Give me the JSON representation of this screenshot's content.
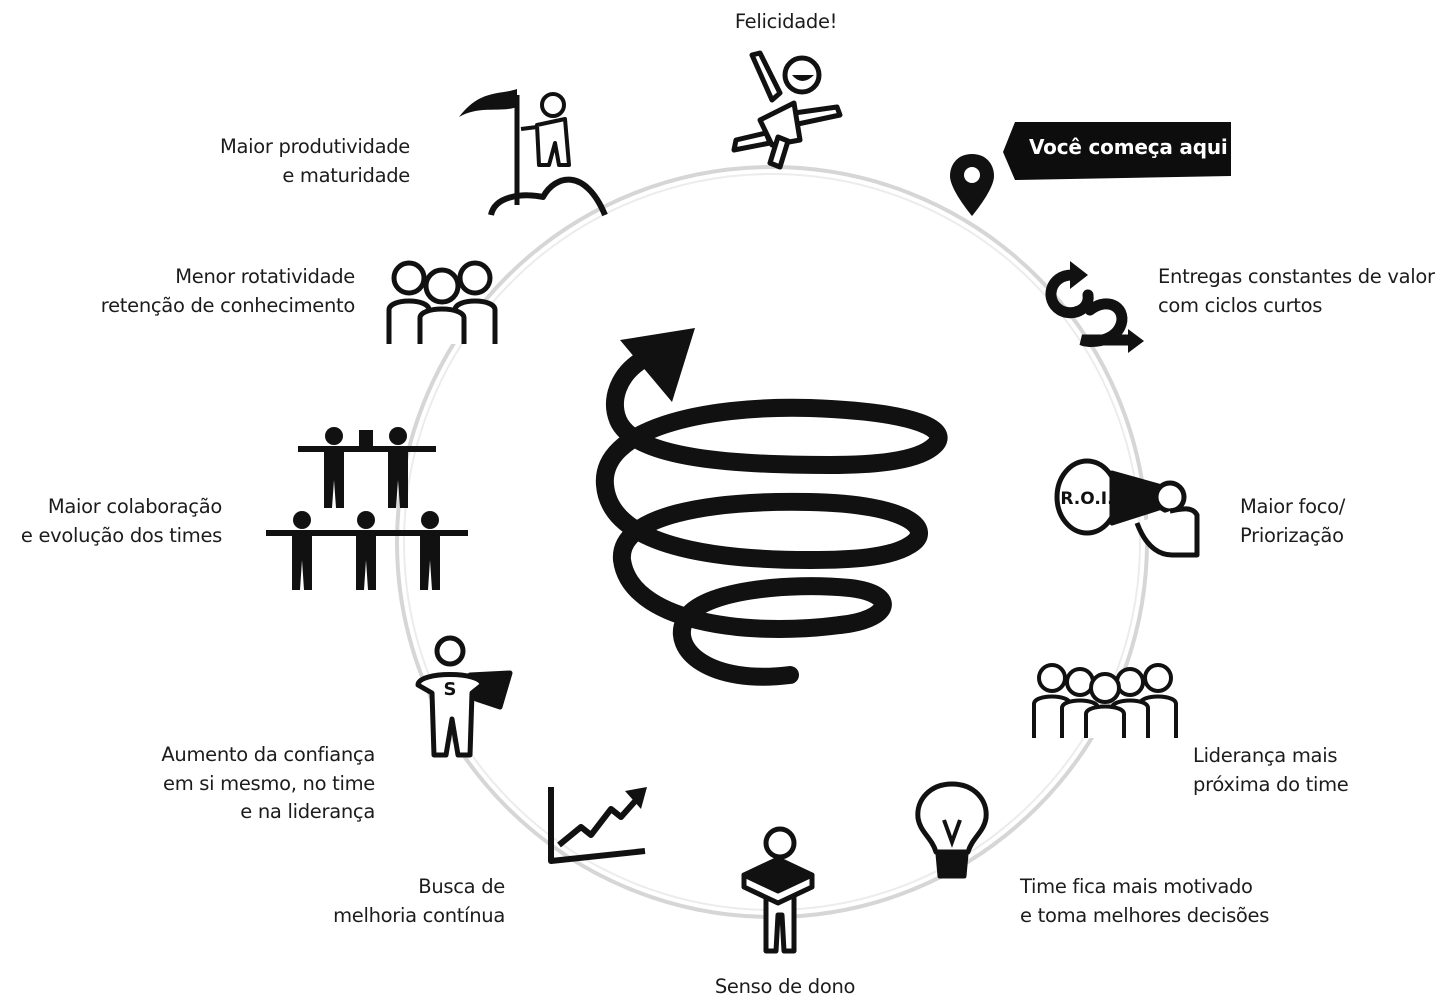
{
  "start_badge": "Você começa aqui",
  "center_icon": "spiral-arrow-icon",
  "stages": {
    "felicidade": {
      "lines": [
        "Felicidade!"
      ],
      "icon": "happy-jumping-person-icon"
    },
    "entregas": {
      "lines": [
        "Entregas constantes de valor",
        "com ciclos curtos"
      ],
      "icon": "cycle-arrows-icon"
    },
    "foco": {
      "lines": [
        "Maior foco/",
        "Priorização"
      ],
      "icon": "roi-megaphone-icon"
    },
    "lideranca": {
      "lines": [
        "Liderança mais",
        "próxima do time"
      ],
      "icon": "group-of-people-icon"
    },
    "motivado": {
      "lines": [
        "Time fica mais motivado",
        "e toma melhores decisões"
      ],
      "icon": "lightbulb-icon"
    },
    "dono": {
      "lines": [
        "Senso de dono"
      ],
      "icon": "person-holding-box-icon"
    },
    "melhoria": {
      "lines": [
        "Busca de",
        "melhoria contínua"
      ],
      "icon": "rising-chart-icon"
    },
    "confianca": {
      "lines": [
        "Aumento da confiança",
        "em si mesmo, no time",
        "e na liderança"
      ],
      "icon": "superhero-icon"
    },
    "colaboracao": {
      "lines": [
        "Maior colaboração",
        "e evolução dos times"
      ],
      "icon": "human-pyramid-icon"
    },
    "rotatividade": {
      "lines": [
        "Menor rotatividade",
        "retenção de conhecimento"
      ],
      "icon": "team-of-three-icon"
    },
    "produtividade": {
      "lines": [
        "Maior produtividade",
        "e maturidade"
      ],
      "icon": "flag-on-summit-icon"
    }
  },
  "colors": {
    "ink": "#111111",
    "ring": "#d8d8d8",
    "badge_bg": "#0d0d0d",
    "badge_text": "#ffffff"
  }
}
